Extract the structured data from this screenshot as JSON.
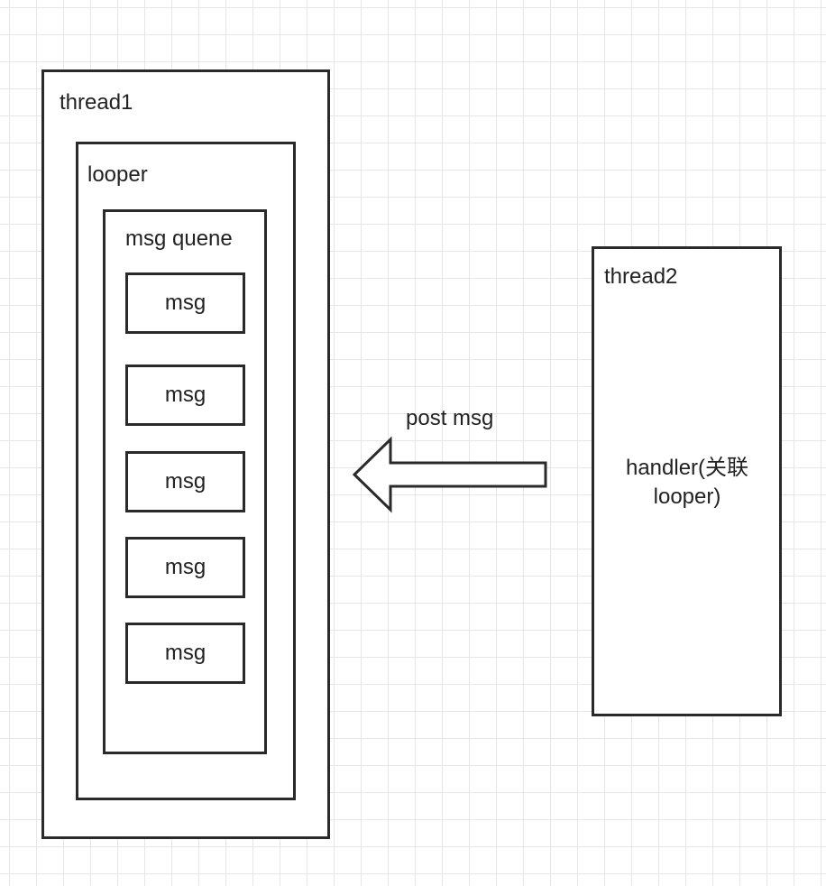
{
  "diagram": {
    "thread1": {
      "label": "thread1"
    },
    "looper": {
      "label": "looper"
    },
    "queue": {
      "label": "msg quene"
    },
    "messages": [
      {
        "label": "msg"
      },
      {
        "label": "msg"
      },
      {
        "label": "msg"
      },
      {
        "label": "msg"
      },
      {
        "label": "msg"
      }
    ],
    "thread2": {
      "label": "thread2",
      "handler_line1": "handler(关联",
      "handler_line2": "looper)"
    },
    "arrow": {
      "label": "post msg",
      "direction": "left"
    }
  }
}
